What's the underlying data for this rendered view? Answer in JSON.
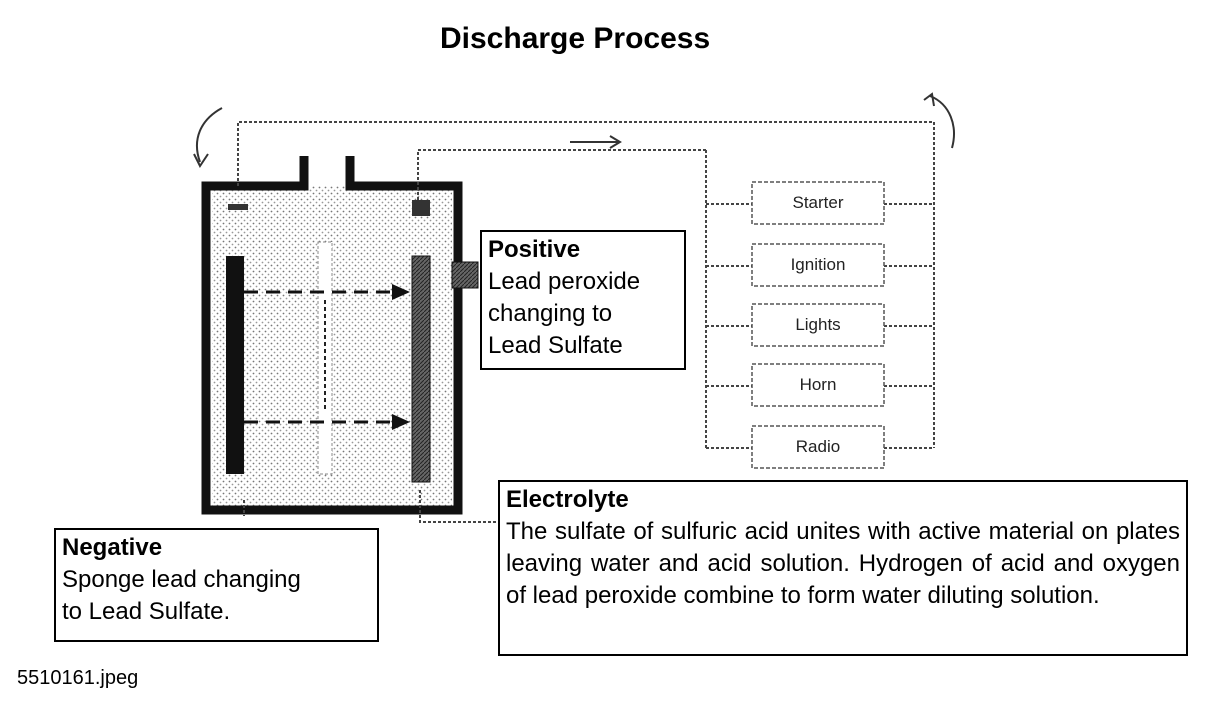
{
  "title": "Discharge Process",
  "loads": [
    "Starter",
    "Ignition",
    "Lights",
    "Horn",
    "Radio"
  ],
  "callouts": {
    "positive": {
      "head": "Positive",
      "body": "Lead peroxide\nchanging to\nLead Sulfate"
    },
    "negative": {
      "head": "Negative",
      "body": "Sponge lead changing\nto Lead Sulfate."
    },
    "electrolyte": {
      "head": "Electrolyte",
      "body": "The sulfate of sulfuric acid unites with active material on plates leaving water and acid solution. Hydrogen of acid and oxygen of lead peroxide combine to form water diluting solution."
    }
  },
  "footer": "5510161.jpeg"
}
